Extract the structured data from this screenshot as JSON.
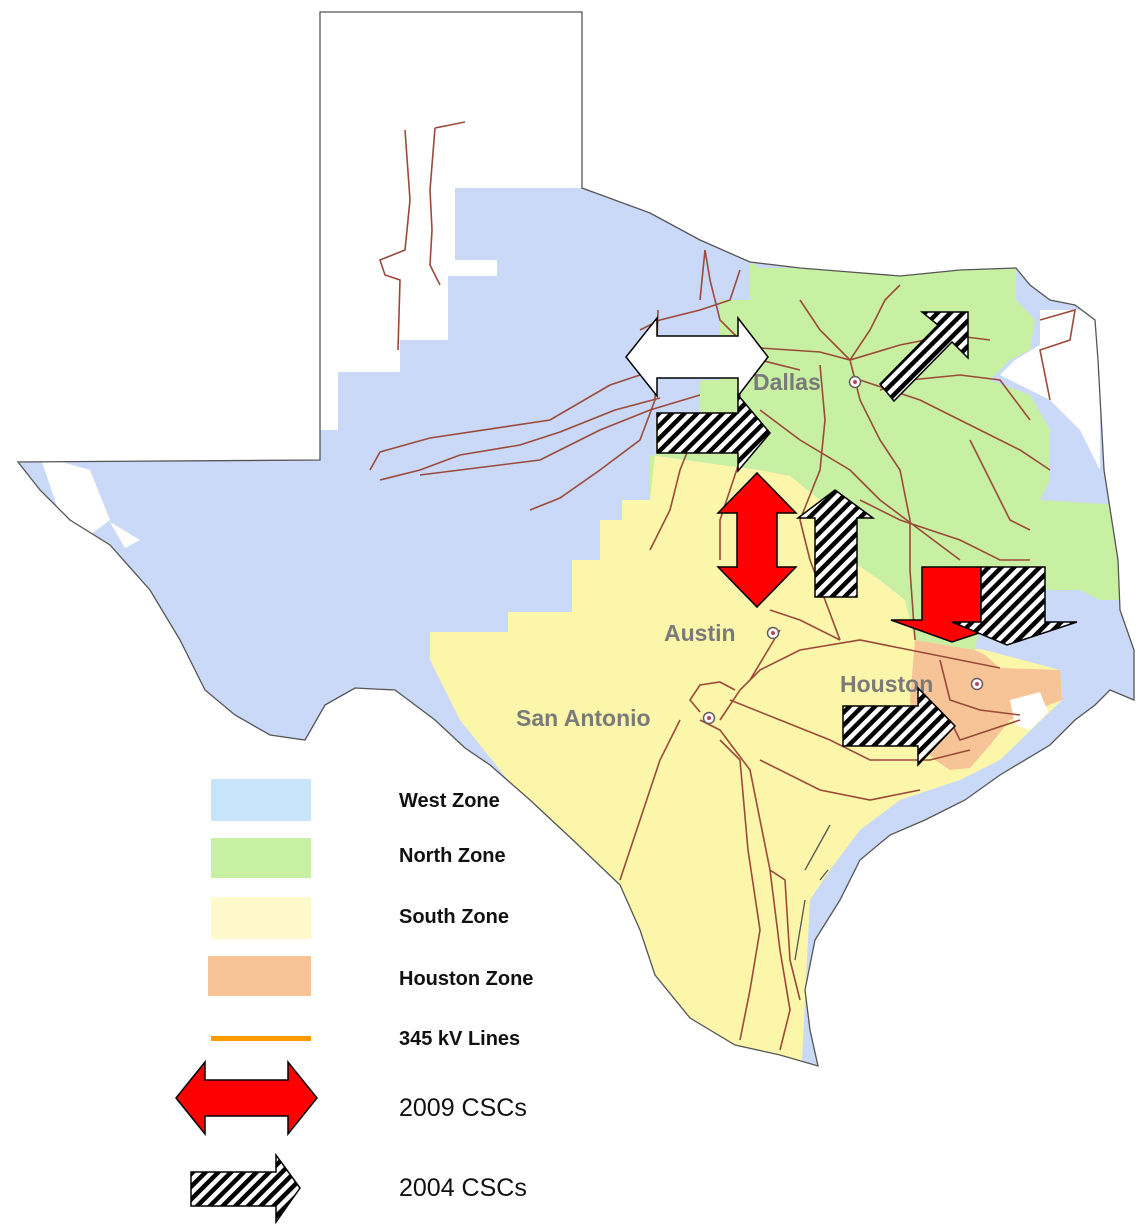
{
  "cities": {
    "dallas": "Dallas",
    "austin": "Austin",
    "houston": "Houston",
    "san_antonio": "San Antonio"
  },
  "legend": {
    "west": "West Zone",
    "north": "North Zone",
    "south": "South Zone",
    "houston": "Houston Zone",
    "lines": "345 kV Lines",
    "csc2009": "2009 CSCs",
    "csc2004": "2004 CSCs"
  },
  "colors": {
    "west": "#cad9f7",
    "north": "#c8f0a2",
    "south": "#fbf6aa",
    "houston": "#f7c497",
    "line345": "#ff9a00",
    "csc2009": "#ff0000",
    "legend_west": "#c8e4fb",
    "legend_south": "#fdf9cb"
  },
  "icons": {
    "city_marker": "target-dot-icon",
    "csc2009": "double-red-arrow-icon",
    "csc2004": "hatched-arrow-icon"
  }
}
